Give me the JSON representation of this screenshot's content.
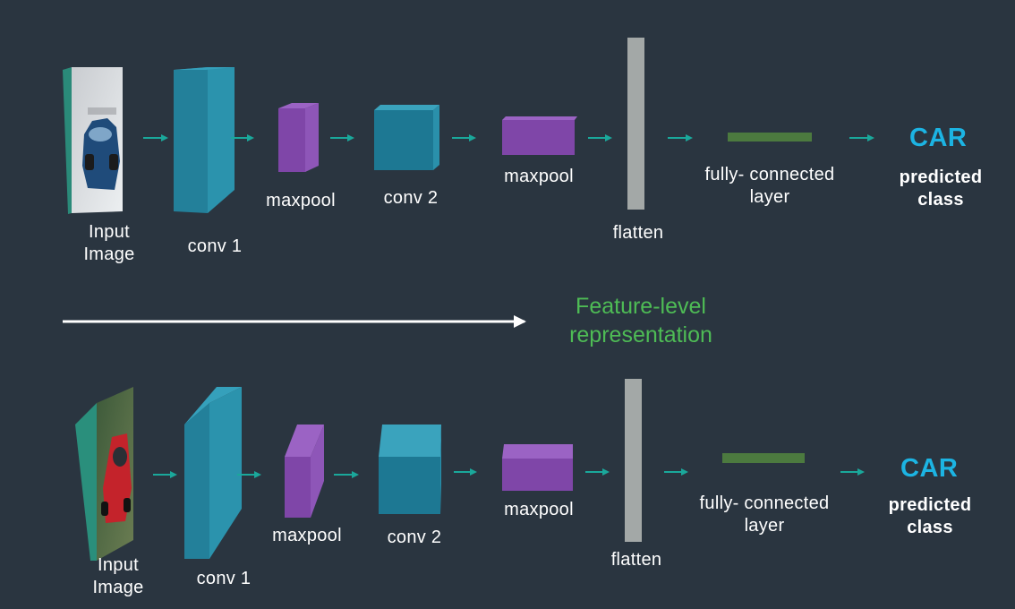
{
  "colors": {
    "background": "#2a3540",
    "conv": "#23809a",
    "maxpool": "#7f46a8",
    "flatten": "#a3a8a7",
    "fully_connected": "#4c7a3f",
    "input_edge": "#2a8f7c",
    "arrow": "#1aa89b",
    "class_text": "#1cb4e3",
    "feature_text": "#4ebc55"
  },
  "feature_level": "Feature-level\nrepresentation",
  "pipelines": [
    {
      "labels": {
        "input": "Input\nImage",
        "conv1": "conv 1",
        "maxpool1": "maxpool",
        "conv2": "conv 2",
        "maxpool2": "maxpool",
        "flatten": "flatten",
        "fc": "fully- connected\nlayer",
        "car": "CAR",
        "predicted": "predicted\nclass"
      }
    },
    {
      "labels": {
        "input": "Input\nImage",
        "conv1": "conv 1",
        "maxpool1": "maxpool",
        "conv2": "conv 2",
        "maxpool2": "maxpool",
        "flatten": "flatten",
        "fc": "fully- connected\nlayer",
        "car": "CAR",
        "predicted": "predicted\nclass"
      }
    }
  ]
}
